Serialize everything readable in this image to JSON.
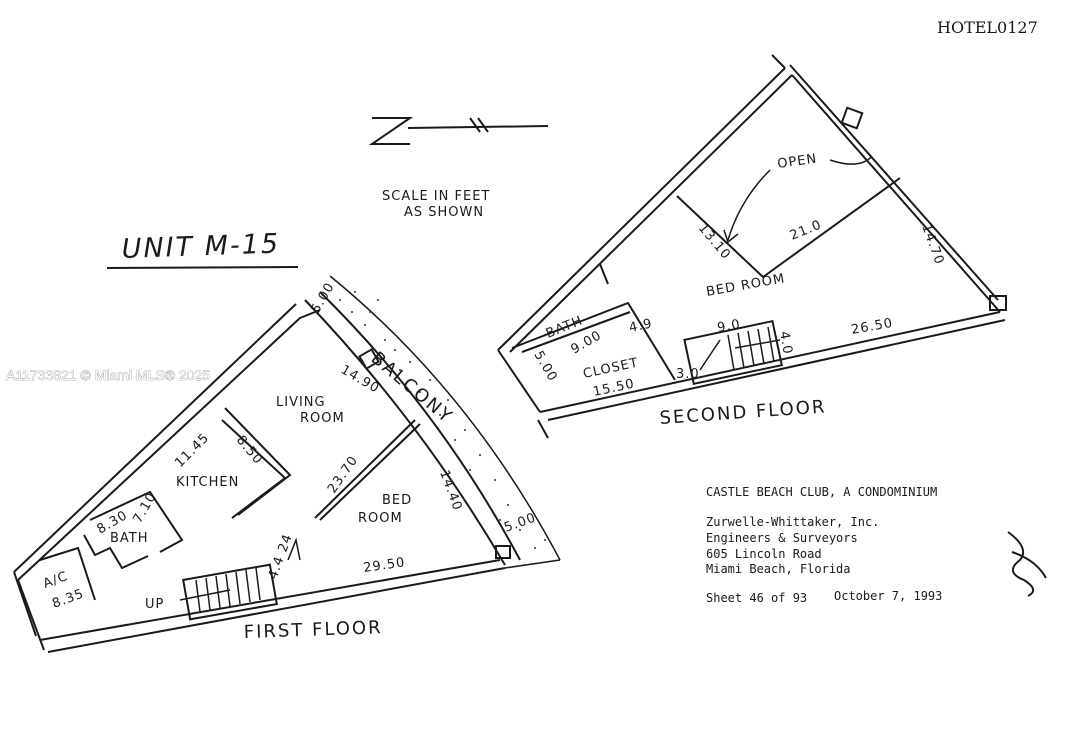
{
  "doc_id": "HOTEL0127",
  "watermark": "A11733821 © Miami MLS® 2025",
  "north_label": "Z",
  "scale_lines": [
    "SCALE IN FEET",
    "AS SHOWN"
  ],
  "unit_title": "UNIT M-15",
  "first_floor": {
    "title": "FIRST FLOOR",
    "labels": {
      "balcony": "BALCONY",
      "living_1": "LIVING",
      "living_2": "ROOM",
      "kitchen": "KITCHEN",
      "bed_1": "BED",
      "bed_2": "ROOM",
      "bath": "BATH",
      "ac": "A/C",
      "up": "UP"
    },
    "dims": {
      "balcony_top": "5.00",
      "balcony_bottom": "5.00",
      "living_width": "14.90",
      "kitchen_a": "11.45",
      "kitchen_b": "8.50",
      "bed_depth": "23.70",
      "bed_width": "14.40",
      "bath_a": "8.30",
      "bath_b": "7.10",
      "ac": "8.35",
      "stair": "4.4 24",
      "overall": "29.50"
    }
  },
  "second_floor": {
    "title": "SECOND FLOOR",
    "labels": {
      "open": "OPEN",
      "bedroom": "BED ROOM",
      "bath": "BATH",
      "closet": "CLOSET"
    },
    "dims": {
      "open_a": "13.10",
      "open_b": "21.0",
      "side": "14.70",
      "bath_a": "5.00",
      "bath_b": "9.00",
      "closet_gap": "4.9",
      "closet": "15.50",
      "stair_w": "9.0",
      "stair_h": "3.0",
      "stair_r": "4.0",
      "overall": "26.50"
    }
  },
  "title_block": {
    "project": "CASTLE BEACH CLUB, A CONDOMINIUM",
    "firm": "Zurwelle-Whittaker, Inc.",
    "role": "Engineers & Surveyors",
    "address": "605 Lincoln Road",
    "city": "Miami Beach, Florida",
    "sheet": "Sheet 46 of 93",
    "date": "October 7, 1993"
  }
}
